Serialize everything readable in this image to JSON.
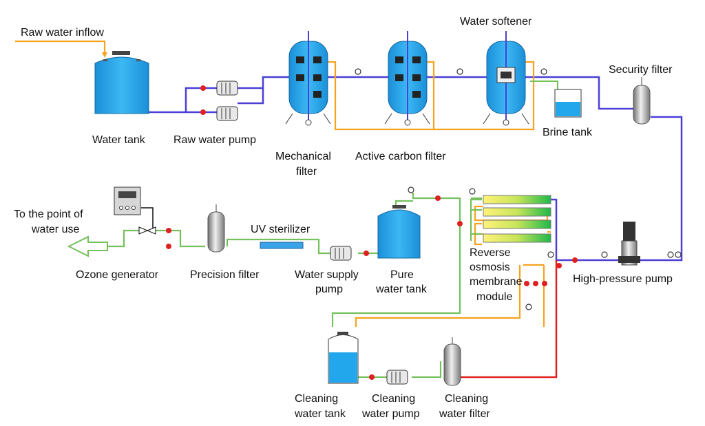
{
  "labels": {
    "raw_water_inflow": "Raw water inflow",
    "water_tank": "Water tank",
    "raw_water_pump": "Raw water pump",
    "mechanical_filter_1": "Mechanical",
    "mechanical_filter_2": "filter",
    "active_carbon_filter": "Active carbon filter",
    "water_softener": "Water softener",
    "brine_tank": "Brine tank",
    "security_filter": "Security filter",
    "high_pressure_pump": "High-pressure pump",
    "ro_1": "Reverse",
    "ro_2": "osmosis",
    "ro_3": "membrane",
    "ro_4": "module",
    "pure_tank_1": "Pure",
    "pure_tank_2": "water tank",
    "supply_pump_1": "Water supply",
    "supply_pump_2": "pump",
    "uv_sterilizer": "UV sterilizer",
    "precision_filter": "Precision filter",
    "ozone_generator": "Ozone generator",
    "point_of_use_1": "To the point of",
    "point_of_use_2": "water use",
    "cleaning_tank_1": "Cleaning",
    "cleaning_tank_2": "water tank",
    "cleaning_pump_1": "Cleaning",
    "cleaning_pump_2": "water pump",
    "cleaning_filter_1": "Cleaning",
    "cleaning_filter_2": "water filter"
  },
  "colors": {
    "main_pipe": "#4b3fd6",
    "concentrate_pipe": "#f6a21e",
    "product_pipe": "#74c05c",
    "cleaning_pipe": "#e0221f",
    "tank_fill": "#22a6ec"
  }
}
